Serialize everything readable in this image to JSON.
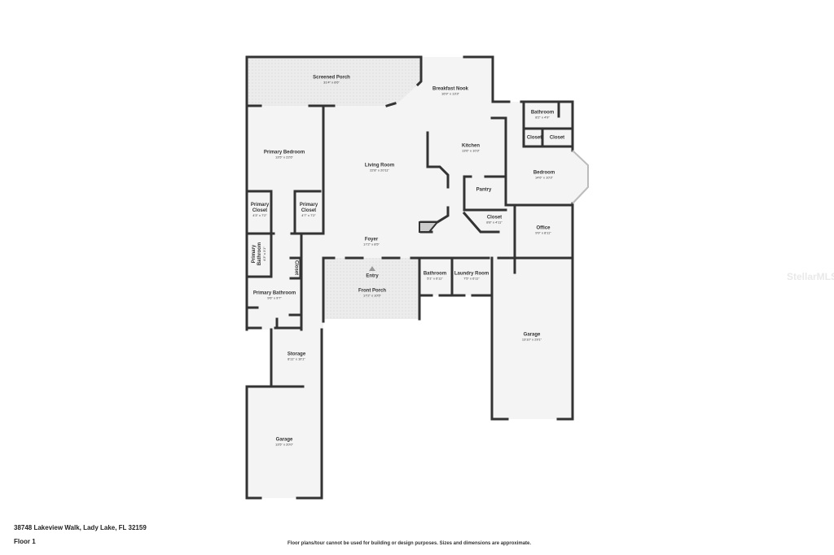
{
  "address": "38748 Lakeview Walk, Lady Lake, FL 32159",
  "floor_label": "Floor 1",
  "disclaimer": "Floor plans/tour cannot be used for building or design purposes. Sizes and dimensions are approximate.",
  "watermark": "StellarMLS",
  "colors": {
    "wall": "#333333",
    "floor": "#f4f4f4",
    "porch": "#eaeaea"
  },
  "rooms": {
    "screened_porch": {
      "name": "Screened Porch",
      "dim": "31'4\" x 8'6\""
    },
    "breakfast_nook": {
      "name": "Breakfast Nook",
      "dim": "16'9\" x 13'3\""
    },
    "bathroom_2": {
      "name": "Bathroom",
      "dim": "8'2\" x 4'9\""
    },
    "closet_a": {
      "name": "Closet"
    },
    "closet_b": {
      "name": "Closet"
    },
    "kitchen": {
      "name": "Kitchen",
      "dim": "13'6\" x 10'3\""
    },
    "primary_bedroom": {
      "name": "Primary Bedroom",
      "dim": "13'5\" x 22'6\""
    },
    "living_room": {
      "name": "Living Room",
      "dim": "22'8\" x 20'11\""
    },
    "bedroom": {
      "name": "Bedroom",
      "dim": "14'6\" x 10'3\""
    },
    "pantry": {
      "name": "Pantry"
    },
    "primary_closet_1": {
      "name": "Primary Closet",
      "dim": "4'3\" x 7'2\""
    },
    "primary_closet_2": {
      "name": "Primary Closet",
      "dim": "4'7\" x 7'2\""
    },
    "closet_c": {
      "name": "Closet",
      "dim": "8'8\" x 4'11\""
    },
    "office": {
      "name": "Office",
      "dim": "9'9\" x 8'11\""
    },
    "foyer": {
      "name": "Foyer",
      "dim": "17'2\" x 8'5\""
    },
    "primary_bathroom_small": {
      "name": "Primary Bathroom",
      "dim": "4'3\" x 3'1\""
    },
    "closet_d": {
      "name": "Closet"
    },
    "entry": {
      "name": "Entry"
    },
    "bathroom_1": {
      "name": "Bathroom",
      "dim": "5'1\" x 6'11\""
    },
    "laundry_room": {
      "name": "Laundry Room",
      "dim": "7'5\" x 6'11\""
    },
    "front_porch": {
      "name": "Front Porch",
      "dim": "17'2\" x 10'5\""
    },
    "primary_bathroom": {
      "name": "Primary Bathroom",
      "dim": "9'6\" x 9'7\""
    },
    "garage_right": {
      "name": "Garage",
      "dim": "13'10\" x 29'1\""
    },
    "storage": {
      "name": "Storage",
      "dim": "8'11\" x 10'1\""
    },
    "garage_left": {
      "name": "Garage",
      "dim": "13'5\" x 20'0\""
    }
  }
}
